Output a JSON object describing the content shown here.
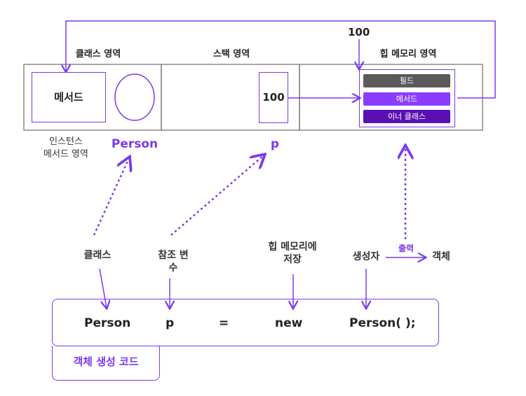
{
  "regions": {
    "class_area": "클래스 영역",
    "stack_area": "스택 영역",
    "heap_area": "힙 메모리 영역"
  },
  "class_area": {
    "method_box": "메서드",
    "instance_method_label": "인스턴스\n메서드 영역",
    "person_label": "Person"
  },
  "stack_area": {
    "value": "100",
    "var_label": "p"
  },
  "heap_area": {
    "address_label": "100",
    "items": [
      "필드",
      "메서드",
      "이너 클래스"
    ]
  },
  "annotations": {
    "class": "클래스",
    "reference_var": "참조 변\n수",
    "heap_store": "힙 메모리에\n저장",
    "constructor": "생성자",
    "output": "출력",
    "object": "객체"
  },
  "code": {
    "tokens": [
      "Person",
      "p",
      "=",
      "new",
      "Person( );"
    ],
    "caption": "객체 생성 코드"
  },
  "colors": {
    "accent": "#7c3aed",
    "field_pill": "#5a5a5a",
    "method_pill": "#8b3dff",
    "inner_pill": "#5b0fb3"
  }
}
